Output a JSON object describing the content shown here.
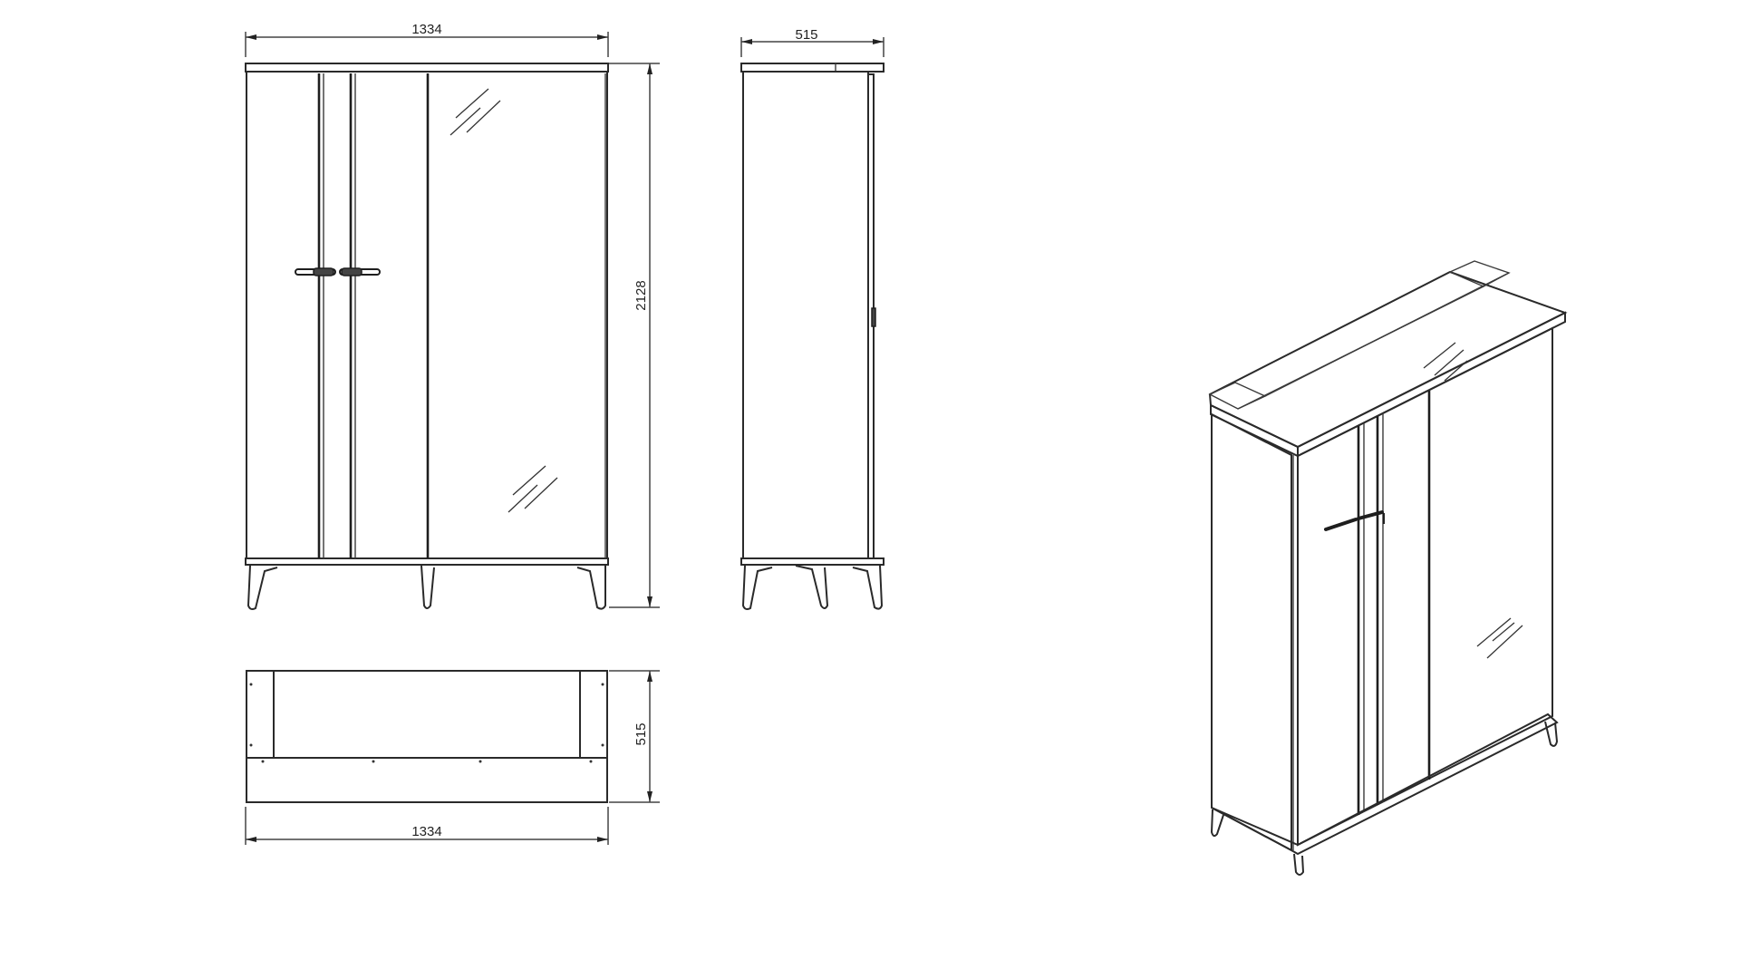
{
  "drawing": {
    "subject": "three-door wardrobe with mirror door",
    "units": "mm",
    "views": {
      "front": {
        "label": "front-elevation",
        "width_dim": "1334",
        "height_dim": "2128"
      },
      "side": {
        "label": "side-elevation",
        "depth_dim": "515"
      },
      "plan": {
        "label": "top-plan",
        "depth_dim": "515",
        "width_dim": "1334"
      },
      "isometric": {
        "label": "isometric-view"
      }
    }
  },
  "colors": {
    "background": "#ffffff",
    "line": "#2a2a2a"
  }
}
